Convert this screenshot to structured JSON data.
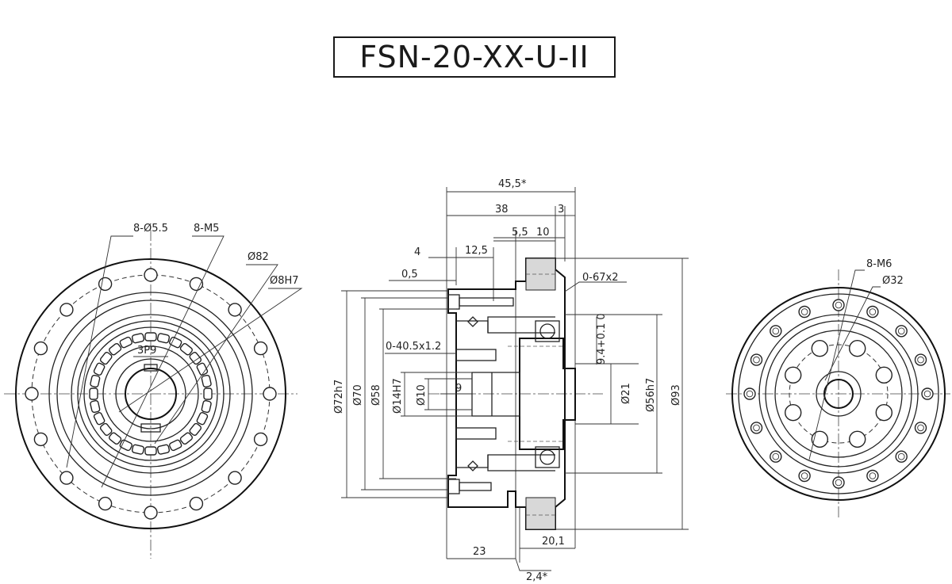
{
  "title": "FSN-20-XX-U-II",
  "left_view": {
    "labels": [
      "8-Ø5.5",
      "8-M5",
      "Ø82",
      "Ø8H7",
      "3P9"
    ]
  },
  "right_view": {
    "labels": [
      "8-M6",
      "Ø32"
    ]
  },
  "section_view": {
    "top_dims": [
      "45,5*",
      "38",
      "3",
      "5,5",
      "10",
      "4",
      "12,5",
      "0,5"
    ],
    "side_notes": [
      "0-67x2",
      "0-40.5x1.2",
      "9.4+0.1 0"
    ],
    "left_diameters": [
      "Ø72h7",
      "Ø70",
      "Ø58",
      "Ø14H7",
      "Ø10",
      "9"
    ],
    "right_diameters": [
      "Ø21",
      "Ø56h7",
      "Ø93"
    ],
    "bottom_dims": [
      "23",
      "20,1",
      "2,4*"
    ]
  },
  "colors": {
    "line": "#222222",
    "background": "#ffffff"
  }
}
